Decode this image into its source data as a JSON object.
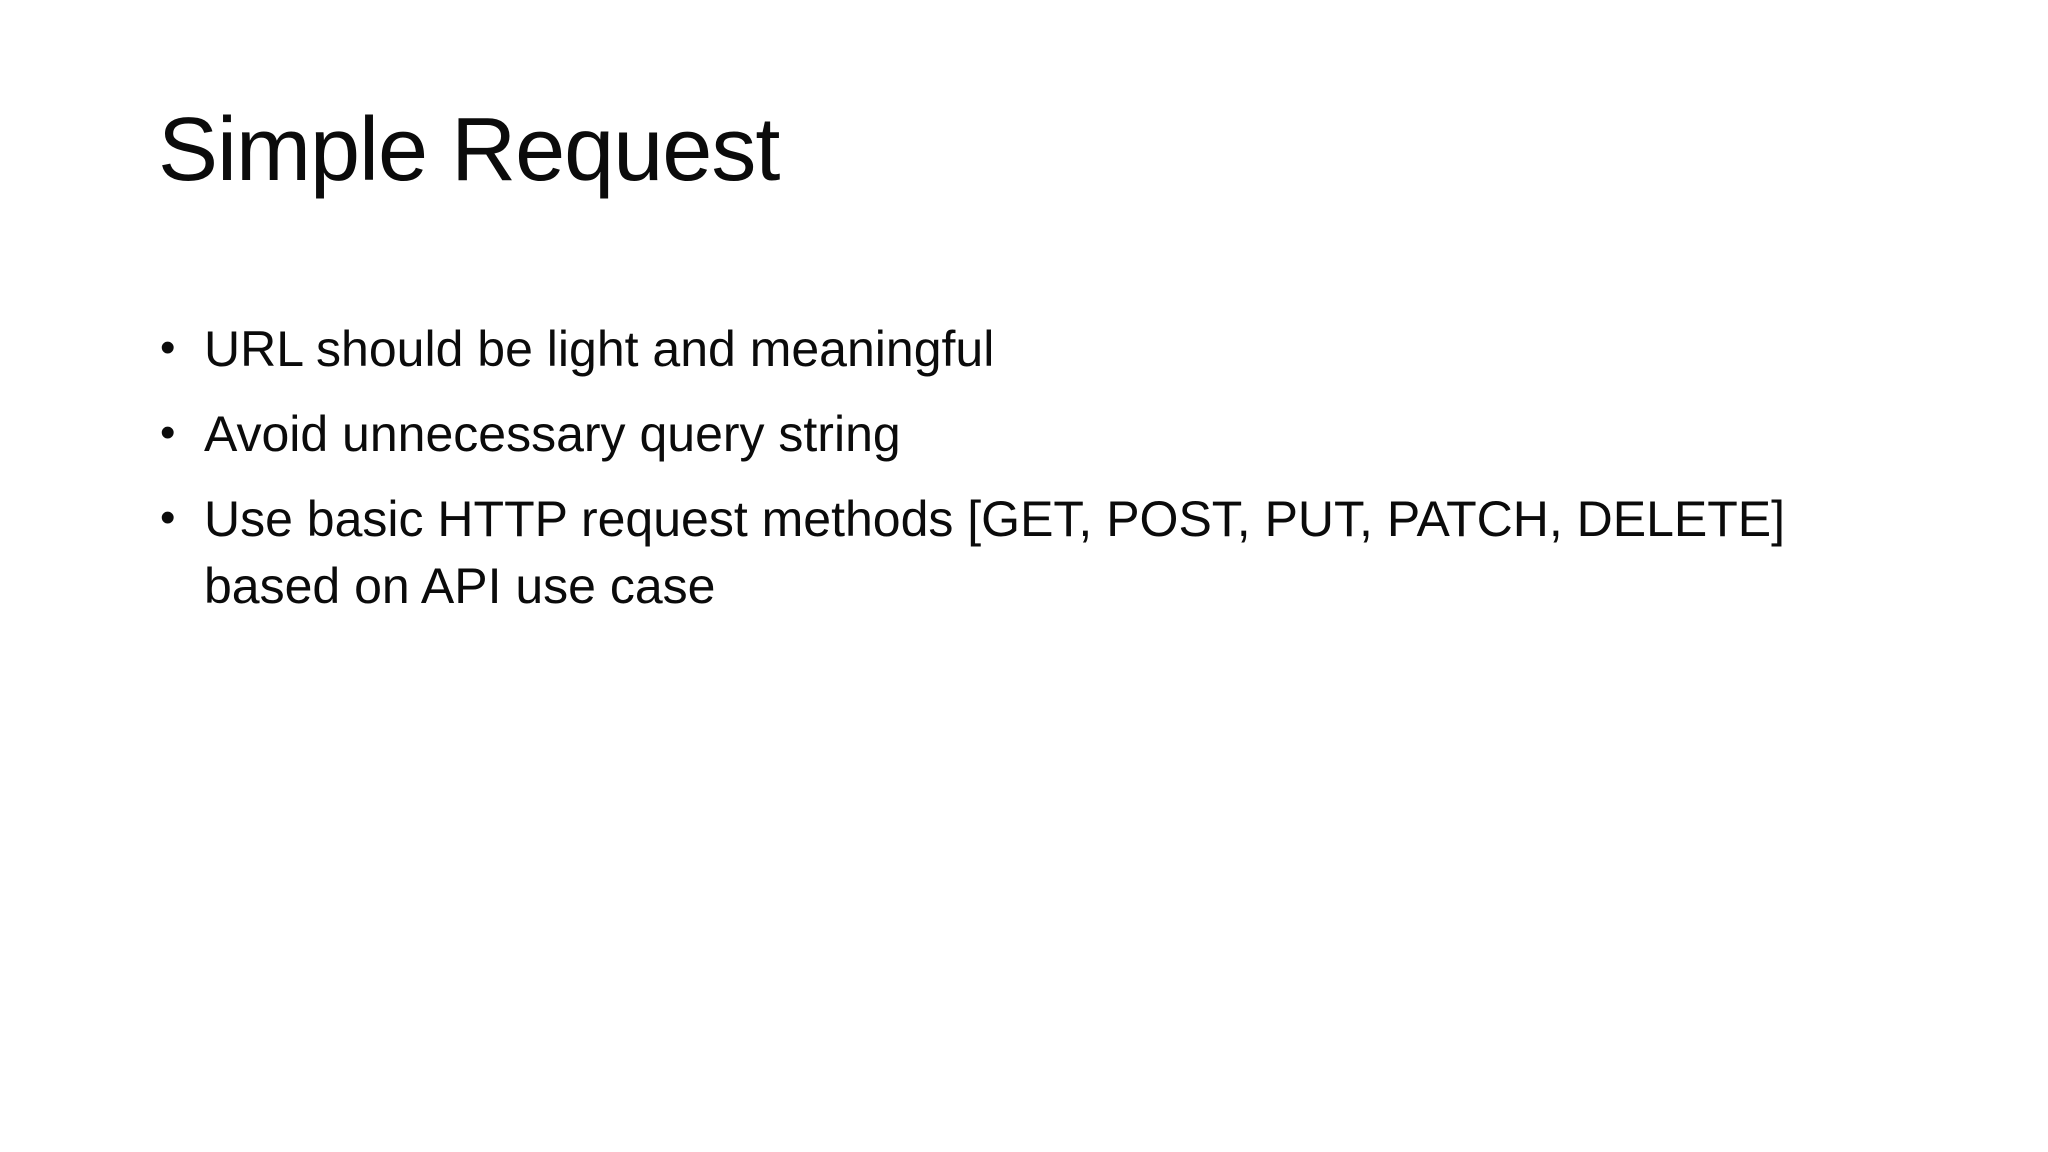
{
  "slide": {
    "title": "Simple Request",
    "bullet_glyph": "•",
    "bullets": [
      {
        "text": "URL should be light and meaningful"
      },
      {
        "text": "Avoid unnecessary query string"
      },
      {
        "text": "Use basic HTTP request methods [GET, POST, PUT, PATCH, DELETE] based on API use case"
      }
    ],
    "colors": {
      "background": "#ffffff",
      "text": "#0b0b0b"
    }
  }
}
